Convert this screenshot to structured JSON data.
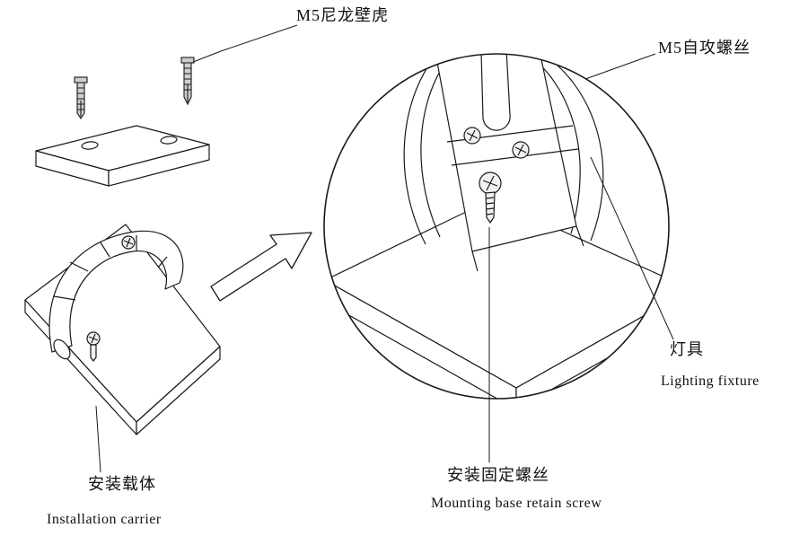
{
  "diagram": {
    "labels": {
      "nylon_anchor": "M5尼龙壁虎",
      "self_tapping_screw": "M5自攻螺丝",
      "fixture_zh": "灯具",
      "fixture_en": "Lighting fixture",
      "retain_screw_zh": "安装固定螺丝",
      "retain_screw_en": "Mounting base retain screw",
      "carrier_zh": "安装载体",
      "carrier_en": "Installation carrier"
    },
    "colors": {
      "line": "#1a1a1a",
      "background": "#ffffff",
      "anchor_fill": "#cfcfcf",
      "screw_fill": "#f2f2f2"
    }
  }
}
